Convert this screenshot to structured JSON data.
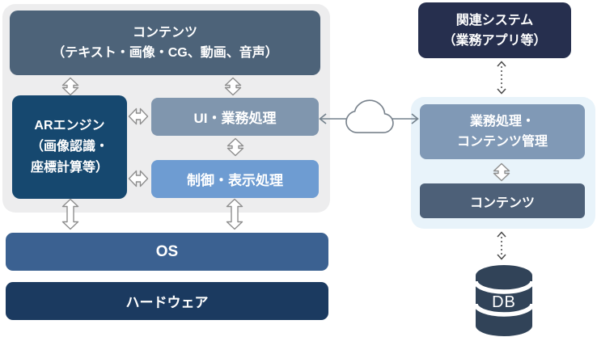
{
  "diagram_title": "AR system architecture diagram",
  "device": {
    "content": "コンテンツ\n（テキスト・画像・CG、動画、音声）",
    "ar_engine": "ARエンジン\n（画像認識・\n座標計算等）",
    "ui_business": "UI・業務処理",
    "control_display": "制御・表示処理",
    "os": "OS",
    "hardware": "ハードウェア"
  },
  "server": {
    "related_system": "関連システム\n（業務アプリ等）",
    "business_content_mgmt": "業務処理・\nコンテンツ管理",
    "content": "コンテンツ",
    "db": "DB"
  },
  "icons": {
    "network": "cloud-icon",
    "database": "database-cylinder-icon",
    "solid_link": "white-double-arrow-icon",
    "dotted_link": "dotted-double-arrow-icon"
  },
  "colors": {
    "device_panel": "#EDEDEE",
    "server_panel": "#E8F3FA",
    "content_slate": "#4D6379",
    "ar_navy": "#16486F",
    "ui_steel": "#8096AE",
    "control_cornflower": "#6E9CD2",
    "os_blue": "#3B6191",
    "hardware_navy": "#1B3A60",
    "related_indigo": "#262F4E",
    "mgmt_steel": "#8099B6",
    "server_content_slate": "#4D6078",
    "db_slate": "#314358",
    "arrow_outline": "#8E8E8E",
    "dotted_arrow": "#4A4A4A",
    "cloud_line": "#72808B"
  }
}
